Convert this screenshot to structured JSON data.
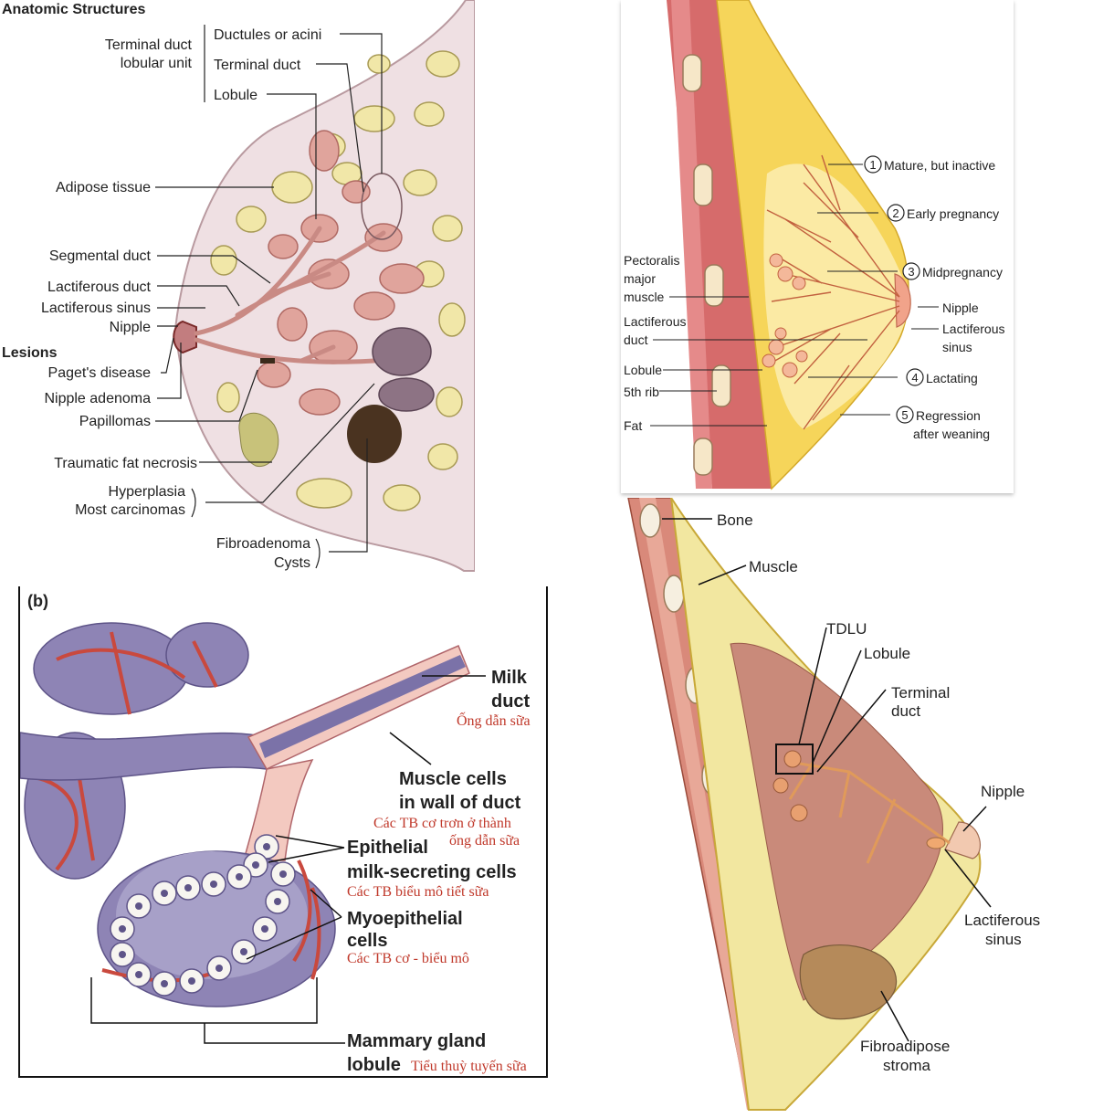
{
  "panel_a": {
    "title": "Anatomic Structures",
    "tdlu_label_1": "Terminal duct",
    "tdlu_label_2": "lobular unit",
    "tdlu_items": [
      "Ductules or acini",
      "Terminal duct",
      "Lobule"
    ],
    "left_labels": [
      "Adipose tissue",
      "Segmental duct",
      "Lactiferous duct",
      "Lactiferous sinus",
      "Nipple"
    ],
    "lesions_heading": "Lesions",
    "lesions": [
      "Paget's disease",
      "Nipple adenoma",
      "Papillomas",
      "Traumatic fat necrosis"
    ],
    "hyper_1": "Hyperplasia",
    "hyper_2": "Most carcinomas",
    "fibro_1": "Fibroadenoma",
    "fibro_2": "Cysts"
  },
  "panel_top_right": {
    "stages": [
      {
        "num": "1",
        "label": "Mature, but inactive"
      },
      {
        "num": "2",
        "label": "Early pregnancy"
      },
      {
        "num": "3",
        "label": "Midpregnancy"
      },
      {
        "num": "4",
        "label": "Lactating"
      },
      {
        "num": "5",
        "label": "Regression",
        "label2": "after weaning"
      }
    ],
    "left": {
      "pect_1": "Pectoralis",
      "pect_2": "major",
      "pect_3": "muscle",
      "lact_1": "Lactiferous",
      "lact_2": "duct",
      "lobule": "Lobule",
      "rib": "5th rib",
      "fat": "Fat"
    },
    "right": {
      "nipple": "Nipple",
      "sinus_1": "Lactiferous",
      "sinus_2": "sinus"
    }
  },
  "panel_b": {
    "tag": "(b)",
    "milk_1": "Milk",
    "milk_2": "duct",
    "milk_vi": "Ống dẫn sữa",
    "muscle_1": "Muscle cells",
    "muscle_2": "in wall of duct",
    "muscle_vi_1": "Các TB cơ trơn ở thành",
    "muscle_vi_2": "ống dẫn sữa",
    "epi_1": "Epithelial",
    "epi_2": "milk-secreting cells",
    "epi_vi": "Các TB biểu mô tiết sữa",
    "myo_1": "Myoepithelial",
    "myo_2": "cells",
    "myo_vi": "Các TB cơ - biểu mô",
    "lob_1": "Mammary gland",
    "lob_2": "lobule",
    "lob_vi": "Tiểu thuỳ tuyến sữa"
  },
  "panel_bottom_right": {
    "bone": "Bone",
    "muscle": "Muscle",
    "tdlu": "TDLU",
    "lobule": "Lobule",
    "term_1": "Terminal",
    "term_2": "duct",
    "nipple": "Nipple",
    "sinus_1": "Lactiferous",
    "sinus_2": "sinus",
    "stroma_1": "Fibroadipose",
    "stroma_2": "stroma"
  }
}
